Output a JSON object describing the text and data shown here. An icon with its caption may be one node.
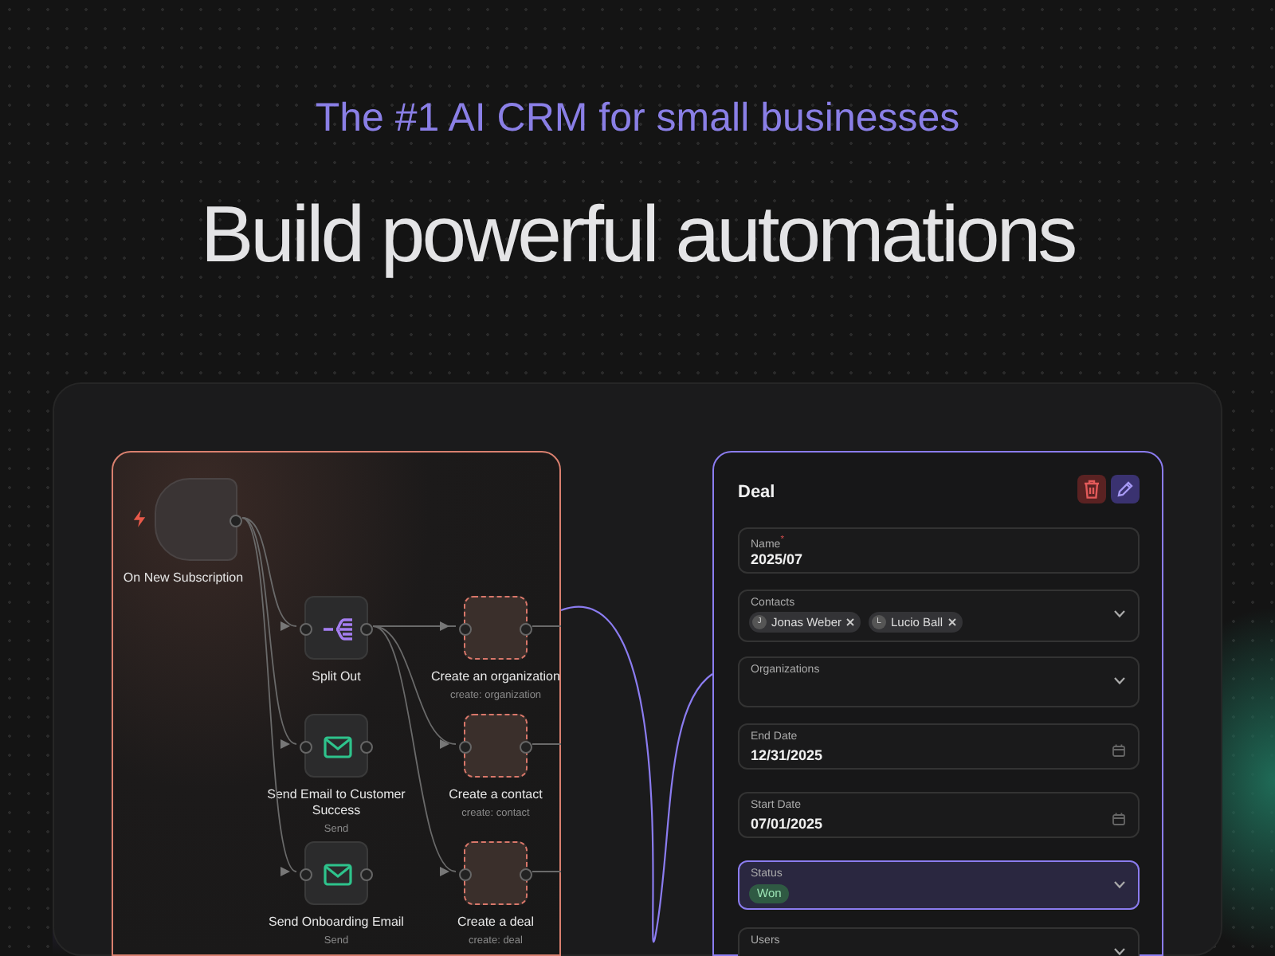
{
  "diagram": {
    "title": "Build powerful automations",
    "nodes": [
      {
        "text": [],
        "shape": "box"
      },
      {
        "text": [
          "On New Subscription"
        ],
        "in": 0
      },
      {
        "text": [
          "Split Out"
        ],
        "in": 0
      },
      {
        "text": [
          "Send Email to Customer Success",
          "Send"
        ],
        "in": 0
      },
      {
        "text": [
          "Send Onboarding Email",
          "Send"
        ],
        "in": 0
      },
      {
        "text": [
          "Create an organization",
          "create: organization"
        ],
        "in": 0
      },
      {
        "text": [
          "Create a contact",
          "create: contact"
        ],
        "in": 0
      },
      {
        "text": [
          "Create a deal",
          "create: deal"
        ],
        "in": 0
      },
      {
        "text": [
          "Deal"
        ]
      }
    ],
    "edges": [
      {
        "from": 1,
        "to": 2,
        "arrow": "to"
      },
      {
        "from": 1,
        "to": 3,
        "arrow": "to"
      },
      {
        "from": 1,
        "to": 4,
        "arrow": "to"
      },
      {
        "from": 2,
        "to": 5,
        "arrow": "to"
      },
      {
        "from": 2,
        "to": 6,
        "arrow": "to"
      },
      {
        "from": 2,
        "to": 7,
        "arrow": "to"
      },
      {
        "from": 5,
        "to": null,
        "arrow": "none"
      },
      {
        "from": 6,
        "to": null,
        "arrow": "none"
      },
      {
        "from": 7,
        "to": null,
        "arrow": "none"
      },
      {
        "from": 0,
        "to": 8,
        "arrow": "none",
        "color": "#8b7cf0"
      }
    ],
    "labels": [
      "The #1 AI CRM for small businesses",
      "Name$^{*}$",
      "2025/07",
      "Contacts",
      "J",
      "Jonas Weber",
      "L",
      "Lucio Ball",
      "Organizations",
      "End Date",
      "12/31/2025",
      "Start Date",
      "07/01/2025",
      "Status",
      "Won",
      "Users"
    ]
  }
}
